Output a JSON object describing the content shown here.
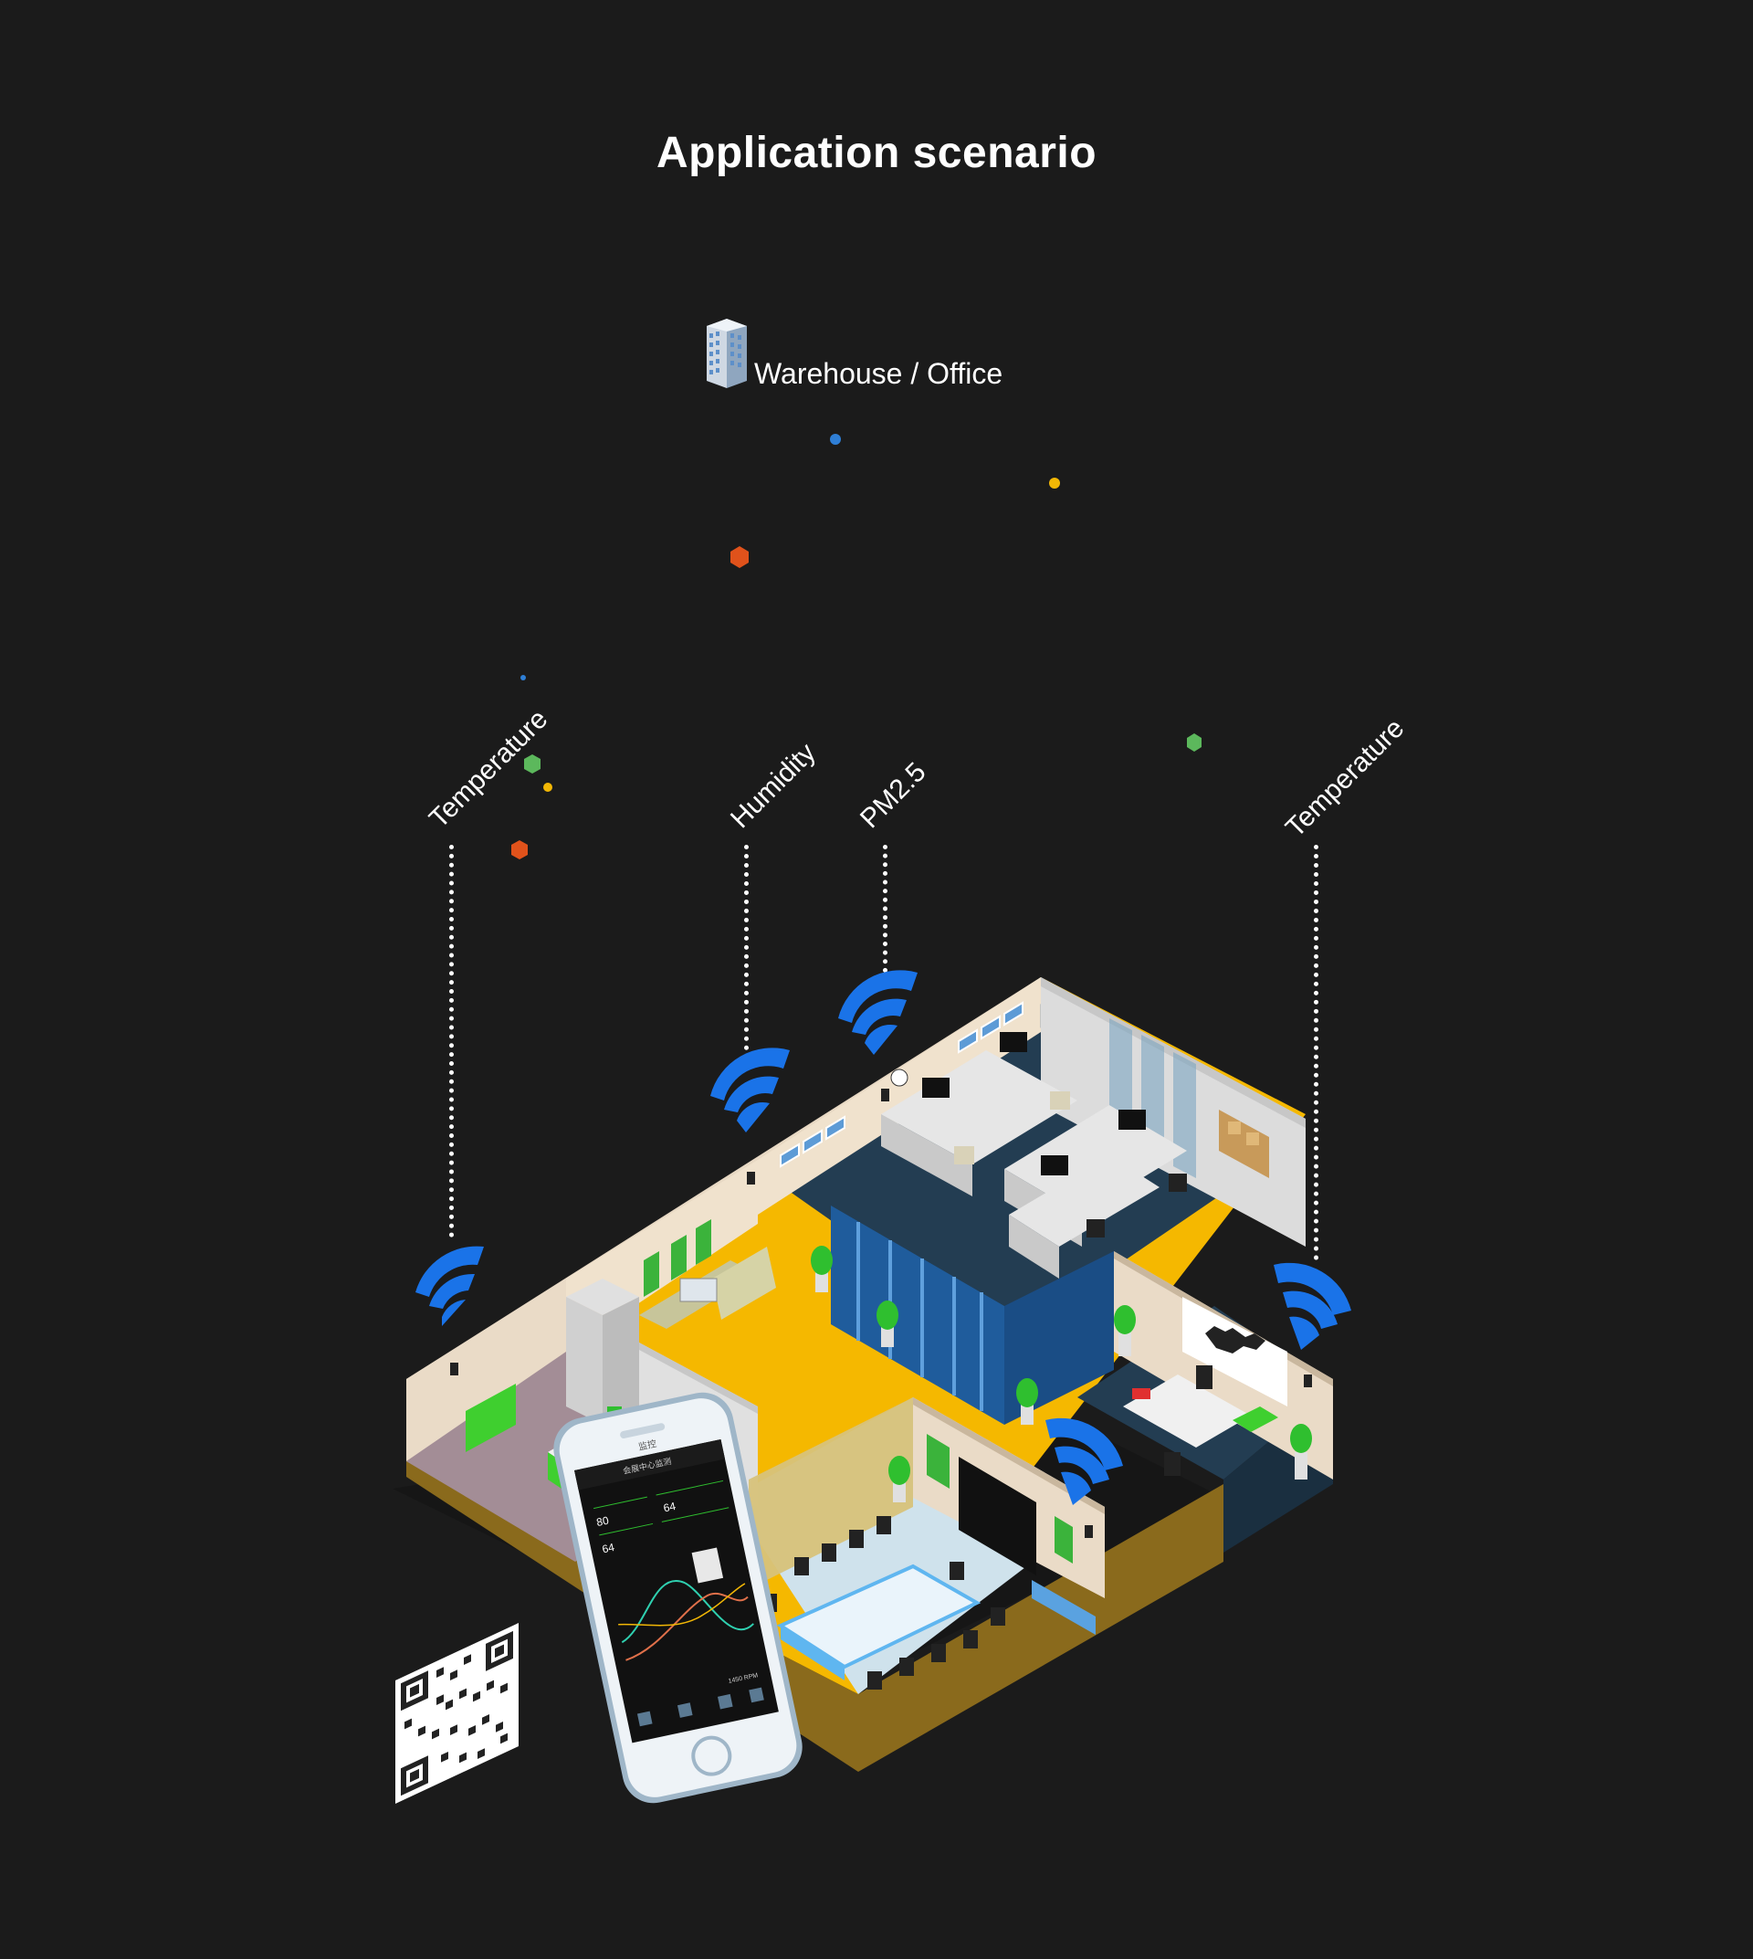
{
  "header": {
    "title": "Application scenario"
  },
  "location": {
    "label": "Warehouse / Office",
    "icon": "building-icon"
  },
  "sensors": [
    {
      "label": "Temperature"
    },
    {
      "label": "Humidity"
    },
    {
      "label": "PM2.5"
    },
    {
      "label": "Temperature"
    }
  ],
  "phone": {
    "app_title": "监控",
    "screen_title": "会展中心监测",
    "values": [
      "80",
      "64",
      "64"
    ],
    "footer": "1450 RPM"
  },
  "colors": {
    "background": "#1b1b1b",
    "floor_yellow": "#f5b800",
    "floor_navy": "#233d52",
    "wifi_blue": "#1a73e8",
    "wall": "#e8d9c4"
  }
}
